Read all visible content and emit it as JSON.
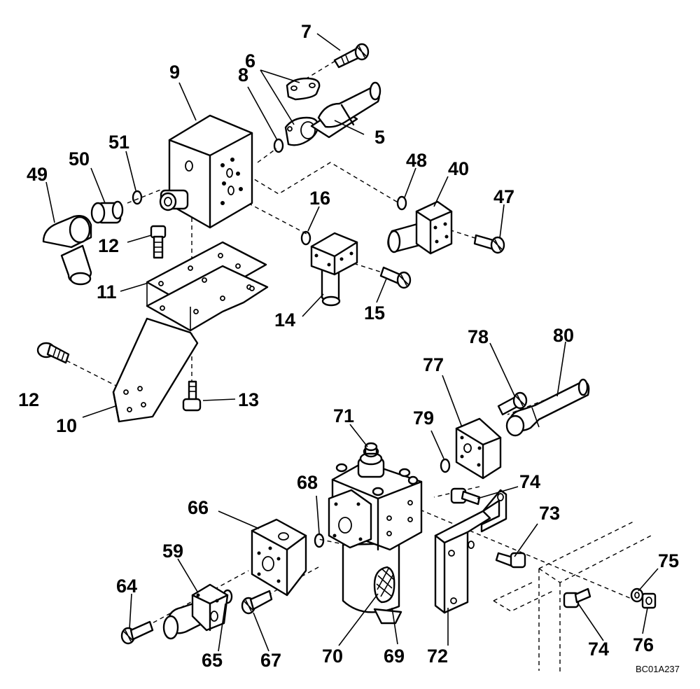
{
  "drawing_code": "BC01A237",
  "callouts": [
    "5",
    "6",
    "7",
    "8",
    "9",
    "10",
    "11",
    "12",
    "12",
    "13",
    "14",
    "15",
    "16",
    "40",
    "47",
    "48",
    "49",
    "50",
    "51",
    "59",
    "64",
    "65",
    "66",
    "67",
    "68",
    "69",
    "70",
    "71",
    "72",
    "73",
    "74",
    "74",
    "75",
    "76",
    "77",
    "78",
    "79",
    "80"
  ]
}
